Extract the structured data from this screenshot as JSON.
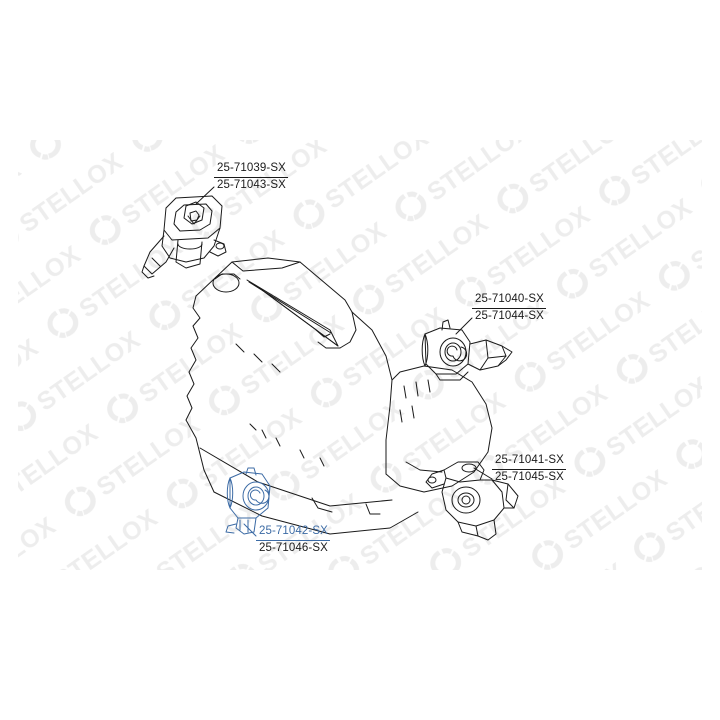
{
  "diagram": {
    "title": "Stellox engine mount assembly exploded view",
    "brand": "STELLOX",
    "watermark_text": "STELLOX",
    "watermark_color": "#ededed",
    "line_color": "#1a1a1a",
    "highlight_color": "#3c6ba5",
    "background_color": "#ffffff"
  },
  "callouts": [
    {
      "id": "top-left",
      "part_primary": "25-71039-SX",
      "part_secondary": "25-71043-SX",
      "highlighted": false
    },
    {
      "id": "mid-right",
      "part_primary": "25-71040-SX",
      "part_secondary": "25-71044-SX",
      "highlighted": false
    },
    {
      "id": "low-right",
      "part_primary": "25-71041-SX",
      "part_secondary": "25-71045-SX",
      "highlighted": false
    },
    {
      "id": "bottom",
      "part_primary": "25-71042-SX",
      "part_secondary": "25-71046-SX",
      "highlighted": true
    }
  ],
  "parts": [
    {
      "id": "mount-top-left",
      "name": "engine-mount-bracket-upper-left",
      "highlighted": false
    },
    {
      "id": "mount-mid-right",
      "name": "engine-mount-bushing-right",
      "highlighted": false
    },
    {
      "id": "mount-low-right",
      "name": "engine-mount-bracket-lower-right",
      "highlighted": false
    },
    {
      "id": "mount-bottom",
      "name": "engine-mount-bushing-front",
      "highlighted": true
    },
    {
      "id": "engine-assembly",
      "name": "engine-transmission-assembly",
      "highlighted": false
    }
  ]
}
